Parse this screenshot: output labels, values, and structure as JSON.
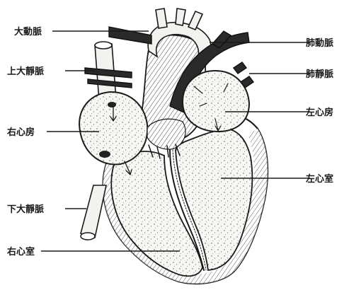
{
  "labels": {
    "aorta": "大動脈",
    "pulmonary_artery": "肺動脈",
    "superior_vena_cava": "上大靜脈",
    "pulmonary_vein": "肺靜脈",
    "right_atrium": "右心房",
    "left_atrium": "左心房",
    "left_ventricle": "左心室",
    "inferior_vena_cava": "下大靜脈",
    "right_ventricle": "右心室"
  },
  "colors": {
    "ink": "#1a1a1a",
    "background": "#ffffff",
    "chamber_fill": "#f6f6f2"
  }
}
